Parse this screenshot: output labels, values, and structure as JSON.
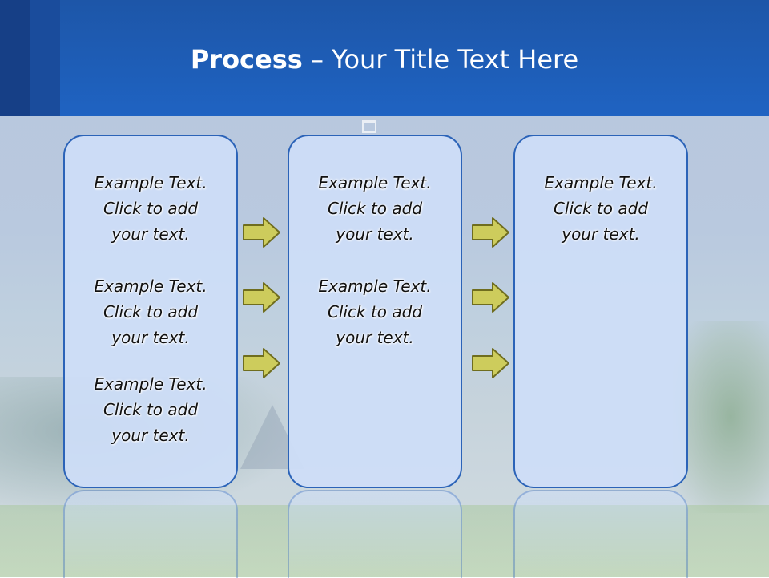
{
  "slide": {
    "title_bold": "Process",
    "title_rest": " – Your Title Text Here"
  },
  "panels": [
    {
      "blocks": [
        {
          "lines": [
            "Example Text.",
            "Click  to add",
            "your text."
          ]
        },
        {
          "lines": [
            "Example Text.",
            "Click  to add",
            "your text."
          ]
        },
        {
          "lines": [
            "Example Text.",
            "Click  to add",
            "your text."
          ]
        }
      ]
    },
    {
      "blocks": [
        {
          "lines": [
            "Example Text.",
            "Click  to add",
            "your text."
          ]
        },
        {
          "lines": [
            "Example Text.",
            "Click  to add",
            "your text."
          ]
        }
      ]
    },
    {
      "blocks": [
        {
          "lines": [
            "Example Text.",
            "Click  to add",
            "your text."
          ]
        }
      ]
    }
  ],
  "colors": {
    "header": "#1f63c2",
    "panel_border": "#2b63b8",
    "panel_fill": "#cddef7",
    "arrow_fill": "#cdcc5c",
    "arrow_stroke": "#6f6d1e"
  },
  "icons": {
    "arrow": "right-arrow-icon"
  }
}
